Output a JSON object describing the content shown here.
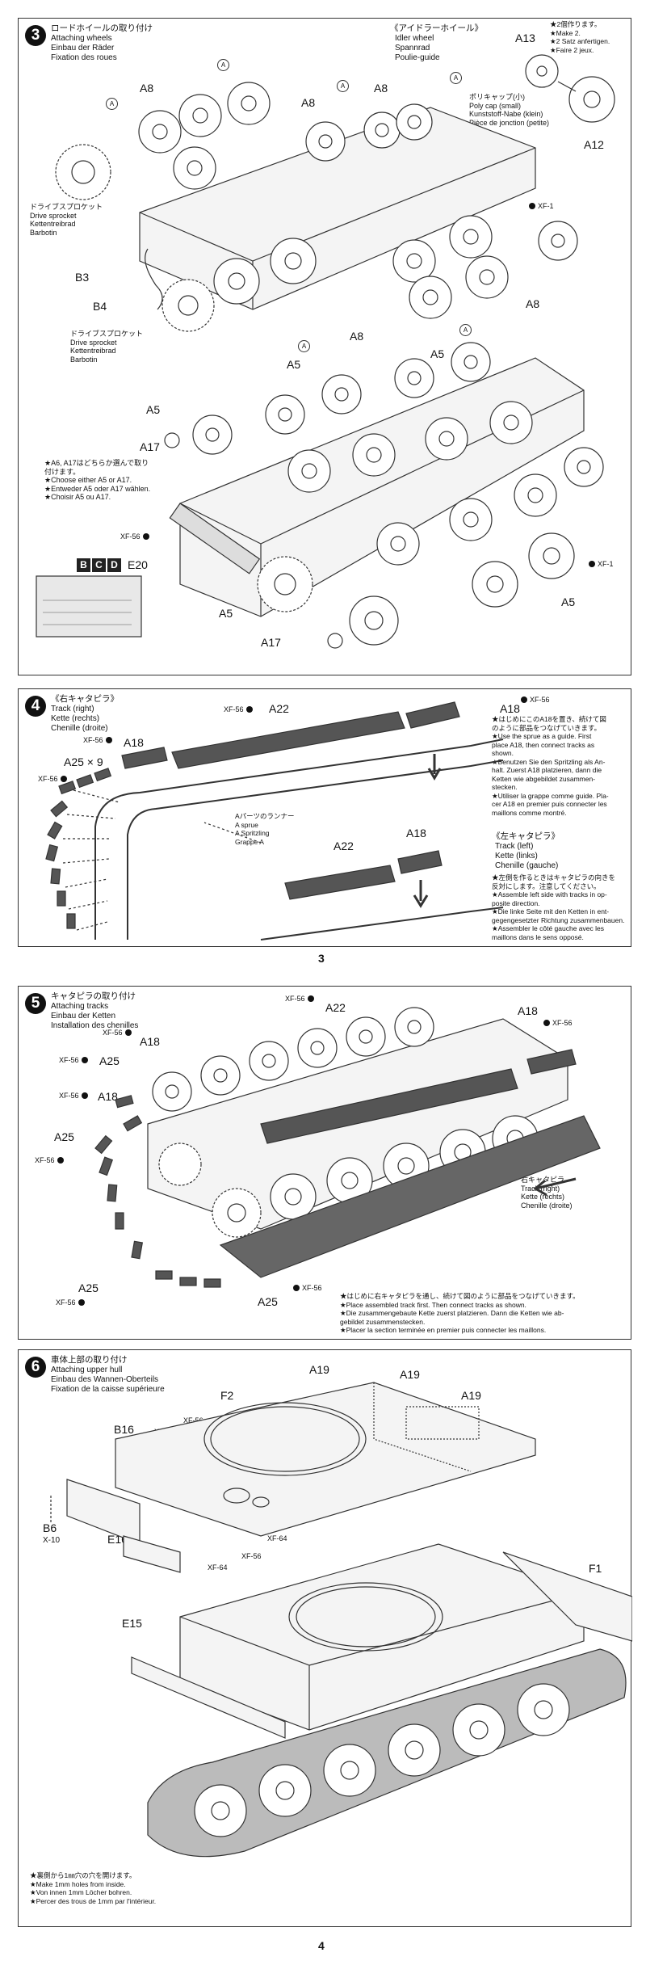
{
  "pages": [
    {
      "number": "3"
    },
    {
      "number": "4"
    }
  ],
  "step3": {
    "num": "3",
    "title_jp": "ロードホイールの取り付け",
    "title_en": "Attaching wheels",
    "title_de": "Einbau der Räder",
    "title_fr": "Fixation des roues",
    "idler_jp": "《アイドラーホイール》",
    "idler_en": "Idler wheel",
    "idler_de": "Spannrad",
    "idler_fr": "Poulie-guide",
    "make_note": [
      "★2個作ります。",
      "★Make 2.",
      "★2 Satz anfertigen.",
      "★Faire 2 jeux."
    ],
    "polycap": [
      "ポリキャップ(小)",
      "Poly cap (small)",
      "Kunststoff-Nabe (klein)",
      "Pièce de jonction (petite)"
    ],
    "sprocket1": [
      "ドライブスプロケット",
      "Drive sprocket",
      "Kettentreibrad",
      "Barbotin"
    ],
    "sprocket2": [
      "ドライブスプロケット",
      "Drive sprocket",
      "Kettentreibrad",
      "Barbotin"
    ],
    "choose_note": [
      "★A6, A17はどちらか選んで取り",
      "付けます。",
      "★Choose either A5 or A17.",
      "★Entweder A5 oder A17 wählen.",
      "★Choisir A5 ou A17."
    ],
    "labels": {
      "A8": "A8",
      "A13": "A13",
      "A12": "A12",
      "B3": "B3",
      "B4": "B4",
      "A5": "A5",
      "A17": "A17",
      "E20": "E20",
      "XF1": "XF-1",
      "XF56": "XF-56"
    },
    "bcd": [
      "B",
      "C",
      "D"
    ],
    "circle": "A"
  },
  "step4": {
    "num": "4",
    "right_jp": "《右キャタピラ》",
    "right_en": "Track (right)",
    "right_de": "Kette (rechts)",
    "right_fr": "Chenille (droite)",
    "left_jp": "《左キャタピラ》",
    "left_en": "Track (left)",
    "left_de": "Kette (links)",
    "left_fr": "Chenille (gauche)",
    "guide_note": [
      "★はじめにこのA18を置き、続けて図",
      "のように部品をつなげていきます。",
      "★Use the sprue as a guide. First",
      "place A18, then connect tracks as",
      "shown.",
      "★Benutzen Sie den Spritzling als An-",
      "halt. Zuerst A18 platzieren, dann die",
      "Ketten wie abgebildet zusammen-",
      "stecken.",
      "★Utiliser la grappe comme guide. Pla-",
      "cer A18 en premier puis connecter les",
      "maillons comme montré."
    ],
    "left_note": [
      "★左側を作るときはキャタピラの向きを",
      "反対にします。注意してください。",
      "★Assemble left side with tracks in op-",
      "posite direction.",
      "★Die linke Seite mit den Ketten in ent-",
      "gegengesetzter Richtung zusammenbauen.",
      "★Assembler le côté gauche avec les",
      "maillons dans le sens opposé."
    ],
    "sprue_note": [
      "Aパーツのランナー",
      "A sprue",
      "A Spritzling",
      "Grappe A"
    ],
    "labels": {
      "A22": "A22",
      "A18": "A18",
      "A25x9": "A25 × 9",
      "XF56": "XF-56"
    }
  },
  "step5": {
    "num": "5",
    "title_jp": "キャタピラの取り付け",
    "title_en": "Attaching tracks",
    "title_de": "Einbau der Ketten",
    "title_fr": "Installation des chenilles",
    "track_right": [
      "右キャタピラ",
      "Track (right)",
      "Kette (rechts)",
      "Chenille (droite)"
    ],
    "note": [
      "★はじめに右キャタピラを通し、続けて図のように部品をつなげていきます。",
      "★Place assembled track first. Then connect tracks as shown.",
      "★Die zusammengebaute Kette zuerst platzieren. Dann die Ketten wie ab-",
      "gebildet zusammenstecken.",
      "★Placer la section terminée en premier puis connecter les maillons."
    ],
    "labels": {
      "A22": "A22",
      "A18": "A18",
      "A25": "A25",
      "XF56": "XF-56"
    }
  },
  "step6": {
    "num": "6",
    "title_jp": "車体上部の取り付け",
    "title_en": "Attaching upper hull",
    "title_de": "Einbau des Wannen-Oberteils",
    "title_fr": "Fixation de la caisse supérieure",
    "note": [
      "★裏側から1㎜穴の穴を開けます。",
      "★Make 1mm holes from inside.",
      "★Von innen 1mm Löcher bohren.",
      "★Percer des trous de 1mm par l'intérieur."
    ],
    "labels": {
      "A19": "A19",
      "F2": "F2",
      "B16": "B16",
      "B6": "B6",
      "X10": "X-10",
      "E16": "E16",
      "E15": "E15",
      "F1": "F1",
      "XF64": "XF-64",
      "XF56": "XF-56"
    }
  }
}
